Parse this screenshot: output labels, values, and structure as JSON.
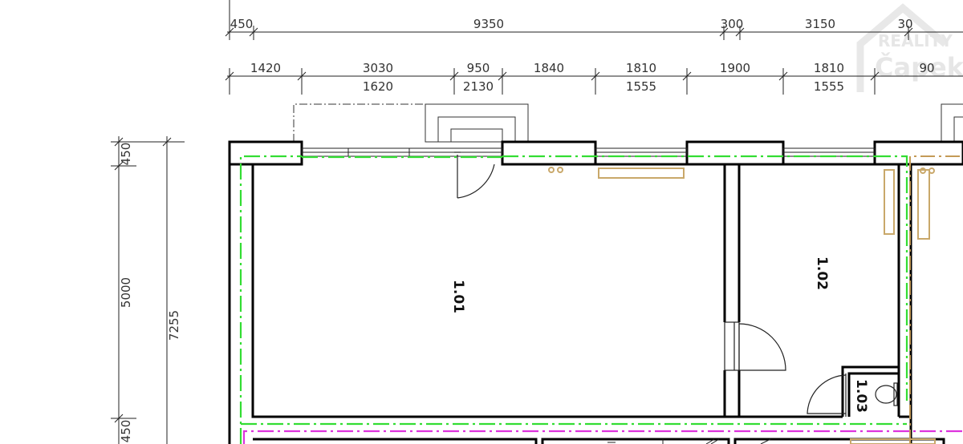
{
  "dimensions": {
    "top_row": [
      "450",
      "9350",
      "300",
      "3150",
      "30"
    ],
    "middle_row": [
      "1420",
      "3030",
      "950",
      "1840",
      "1810",
      "1900",
      "1810",
      "90"
    ],
    "bottom_row": [
      "1620",
      "2130",
      "1555",
      "1555"
    ],
    "vertical_left": [
      "450",
      "5000",
      "450"
    ],
    "vertical_total": "7255"
  },
  "rooms": [
    {
      "id": "1.01"
    },
    {
      "id": "1.02"
    },
    {
      "id": "1.03"
    }
  ],
  "watermark": {
    "line1": "REALITY",
    "line2": "Čapek"
  },
  "colors": {
    "wall": "#000000",
    "insulation_line": "#33dd33",
    "outer_line": "#dd33dd",
    "fixture": "#c9a86a",
    "dimension_line": "#222222"
  }
}
